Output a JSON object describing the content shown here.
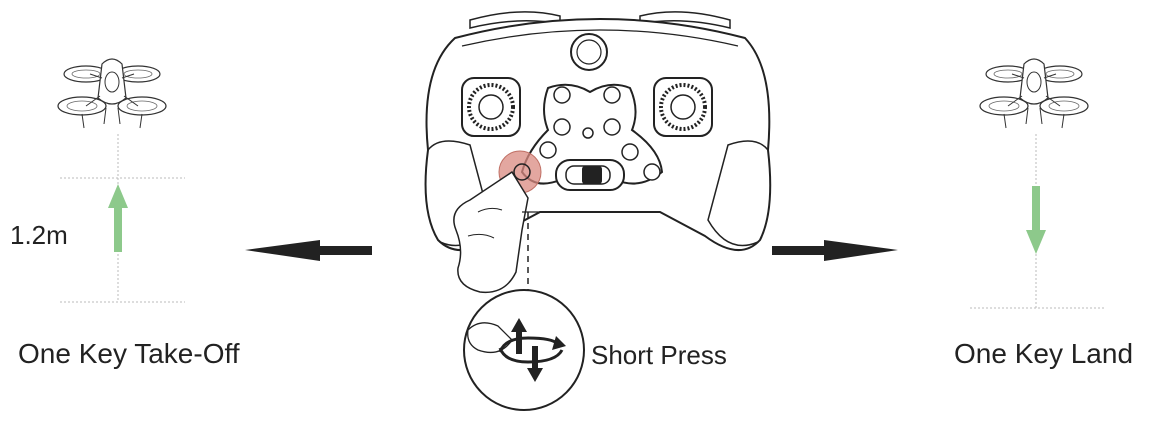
{
  "labels": {
    "takeoff": "One Key Take-Off",
    "land": "One Key Land",
    "short_press": "Short Press",
    "height": "1.2m"
  },
  "colors": {
    "line": "#222222",
    "arrow_green": "#8dc98b",
    "highlight": "#d98a80",
    "dotted": "#bbbbbb"
  },
  "icons": {
    "drone_left": "drone-icon",
    "drone_right": "drone-icon",
    "controller": "gamepad-controller",
    "arrow_left": "arrow-left-icon",
    "arrow_right": "arrow-right-icon",
    "up_arrow": "arrow-up-icon",
    "down_arrow": "arrow-down-icon",
    "updown_rotate": "up-down-rotate-icon"
  }
}
